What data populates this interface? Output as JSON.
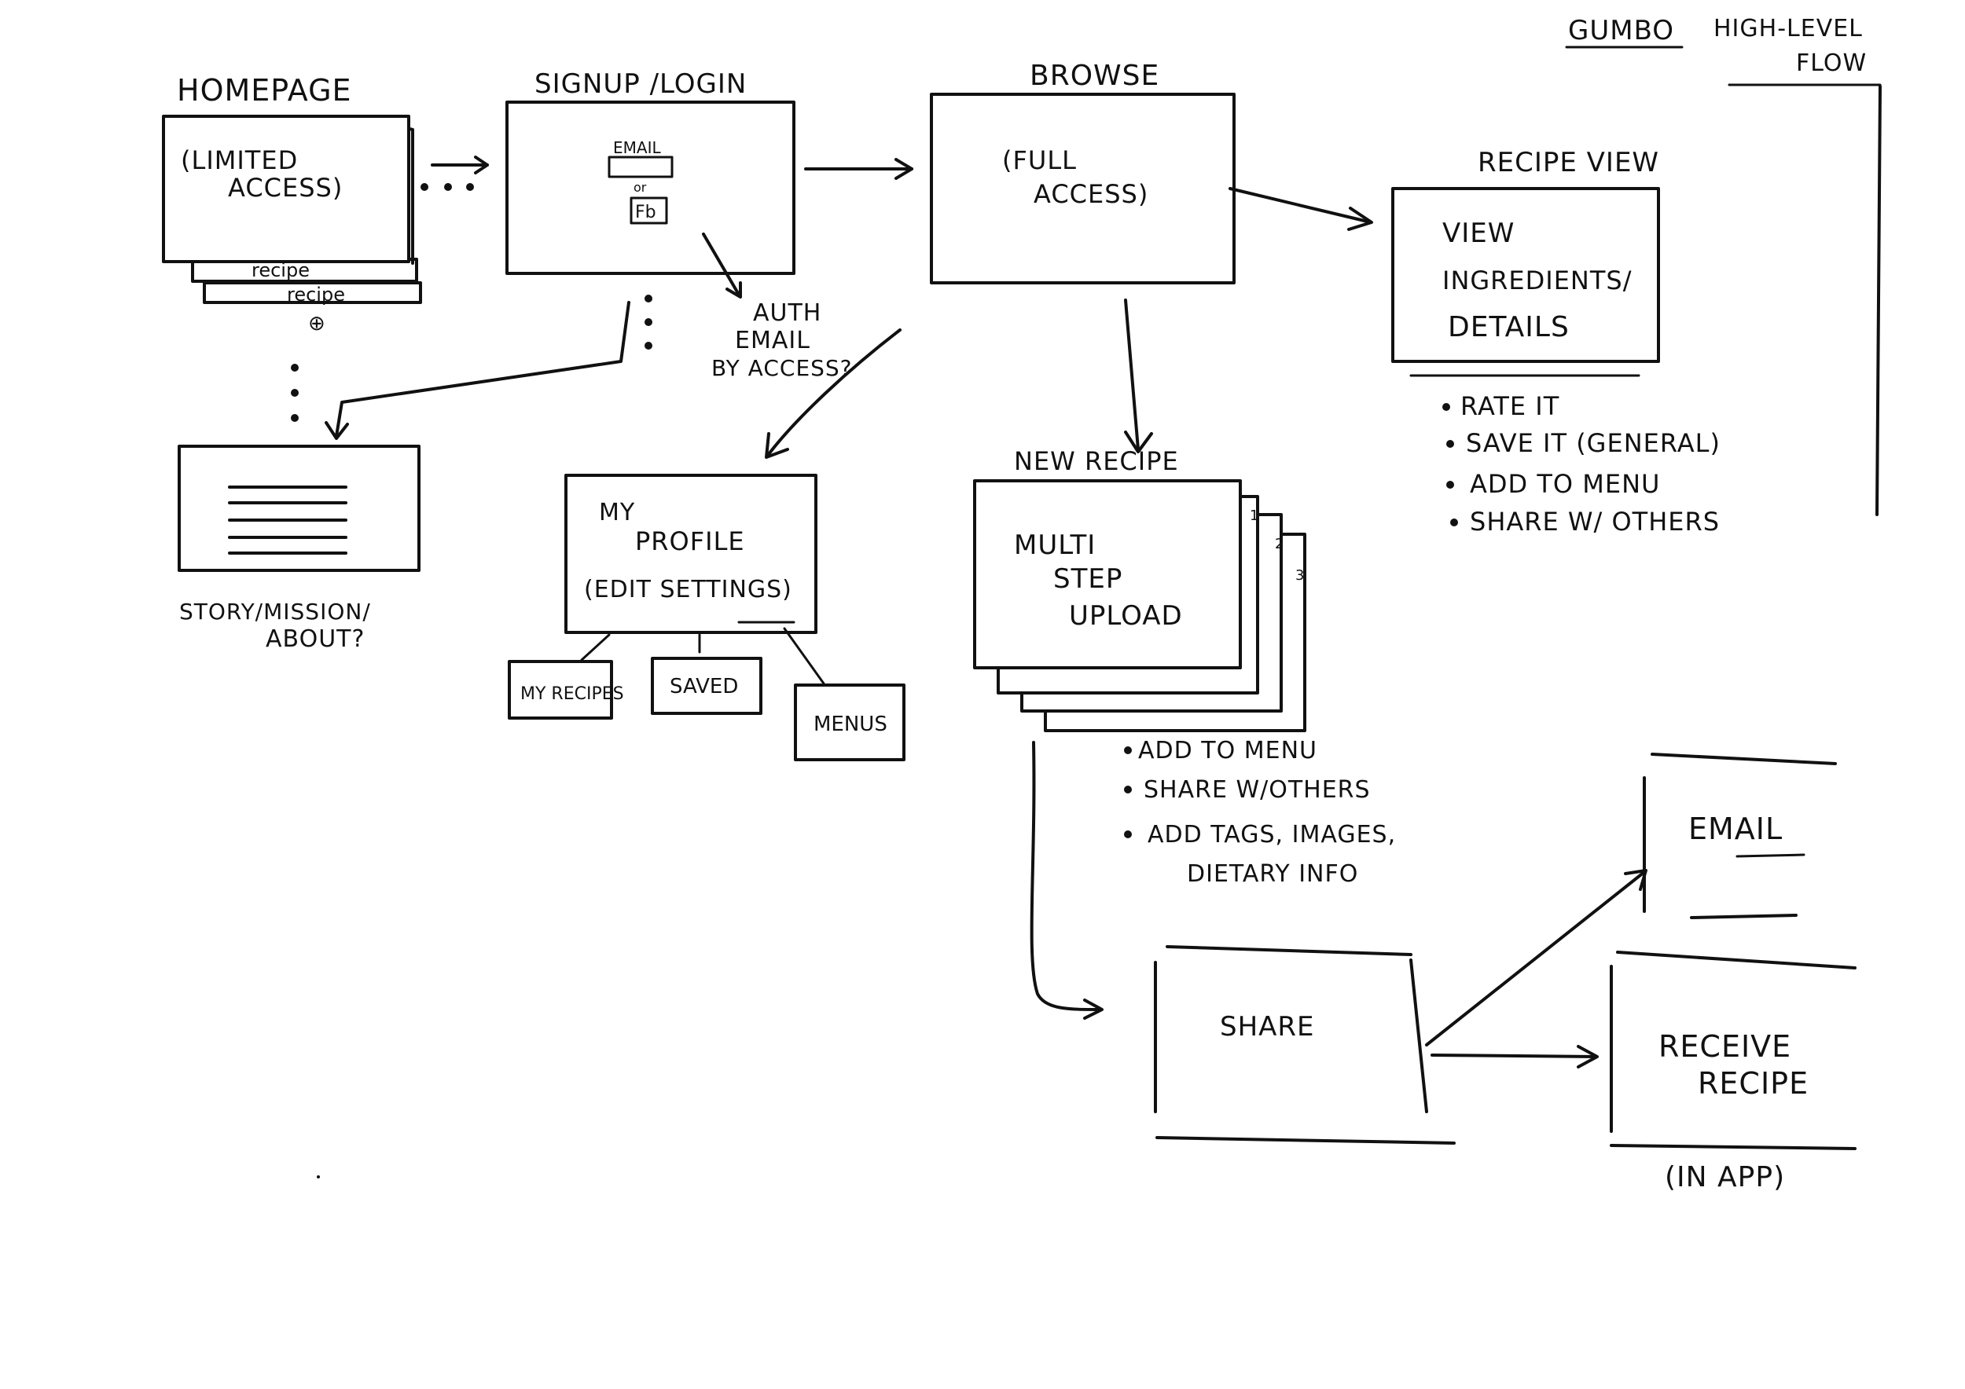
{
  "header": {
    "title": "GUMBO",
    "subtitle_line1": "HIGH-LEVEL",
    "subtitle_line2": "FLOW"
  },
  "screens": {
    "homepage": {
      "title": "HOMEPAGE",
      "body_line1": "(LIMITED",
      "body_line2": "ACCESS)",
      "stack_label_1": "recipe",
      "stack_label_2": "recipe",
      "add_symbol": "⊕"
    },
    "signup_login": {
      "title": "SIGNUP /LOGIN",
      "email_label": "EMAIL",
      "or_label": "or",
      "fb_label": "Fb"
    },
    "browse": {
      "title": "BROWSE",
      "body_line1": "(FULL",
      "body_line2": "ACCESS)"
    },
    "recipe_view": {
      "title": "RECIPE VIEW",
      "body_line1": "VIEW",
      "body_line2": "INGREDIENTS/",
      "body_line3": "DETAILS",
      "bullets": [
        "RATE IT",
        "SAVE IT (GENERAL)",
        "ADD TO MENU",
        "SHARE W/ OTHERS"
      ]
    },
    "story": {
      "caption_line1": "STORY/MISSION/",
      "caption_line2": "ABOUT?"
    },
    "my_profile": {
      "title_line1": "MY",
      "title_line2": "PROFILE",
      "body": "(EDIT SETTINGS)",
      "children": [
        "MY RECIPES",
        "SAVED",
        "MENUS"
      ]
    },
    "new_recipe": {
      "title": "NEW RECIPE",
      "body_line1": "MULTI",
      "body_line2": "STEP",
      "body_line3": "UPLOAD",
      "step_numbers": [
        "1",
        "2",
        "3"
      ],
      "bullets": [
        "ADD TO MENU",
        "SHARE W/OTHERS",
        "ADD TAGS, IMAGES,",
        "DIETARY INFO"
      ]
    },
    "share": {
      "title": "SHARE"
    },
    "email": {
      "title": "EMAIL"
    },
    "receive_recipe": {
      "title_line1": "RECEIVE",
      "title_line2": "RECIPE",
      "caption": "(IN APP)"
    }
  },
  "annotations": {
    "auth_line1": "AUTH",
    "auth_line2": "EMAIL",
    "auth_line3": "BY ACCESS?"
  }
}
